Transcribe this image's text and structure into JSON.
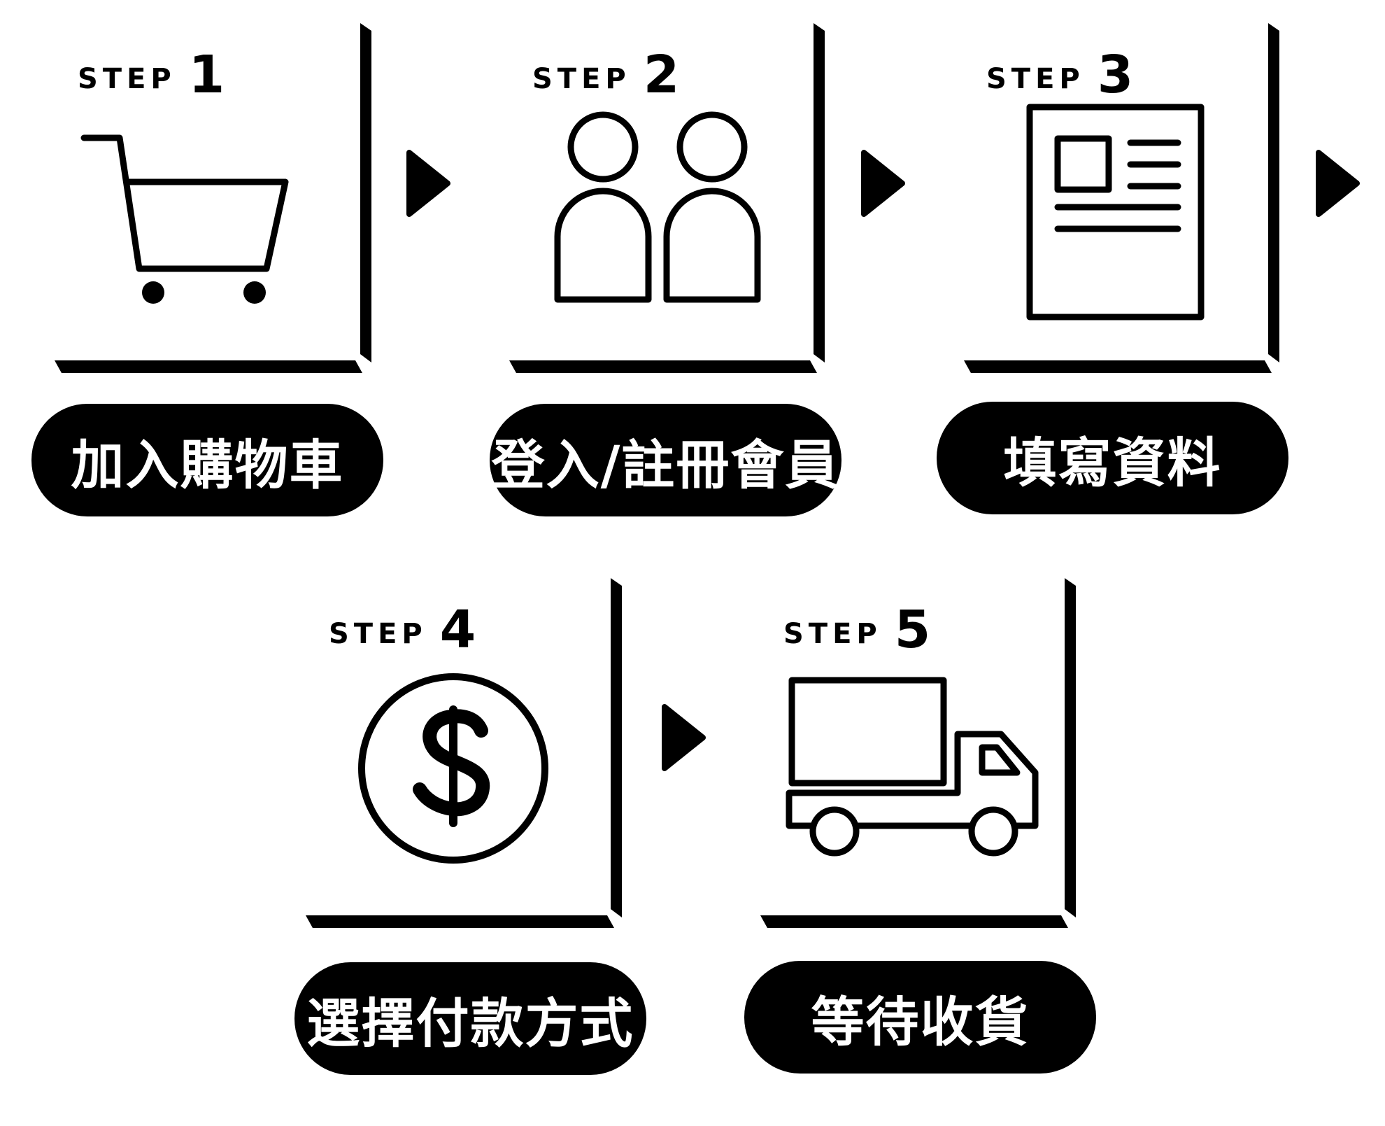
{
  "step_prefix": "STEP",
  "steps": [
    {
      "number": "1",
      "icon": "shopping-cart-icon",
      "label": "加入購物車"
    },
    {
      "number": "2",
      "icon": "members-icon",
      "label": "登入/註冊會員"
    },
    {
      "number": "3",
      "icon": "form-document-icon",
      "label": "填寫資料"
    },
    {
      "number": "4",
      "icon": "dollar-coin-icon",
      "label": "選擇付款方式"
    },
    {
      "number": "5",
      "icon": "delivery-truck-icon",
      "label": "等待收貨"
    }
  ],
  "colors": {
    "ink": "#000000",
    "background": "#ffffff",
    "pill_text": "#ffffff"
  }
}
